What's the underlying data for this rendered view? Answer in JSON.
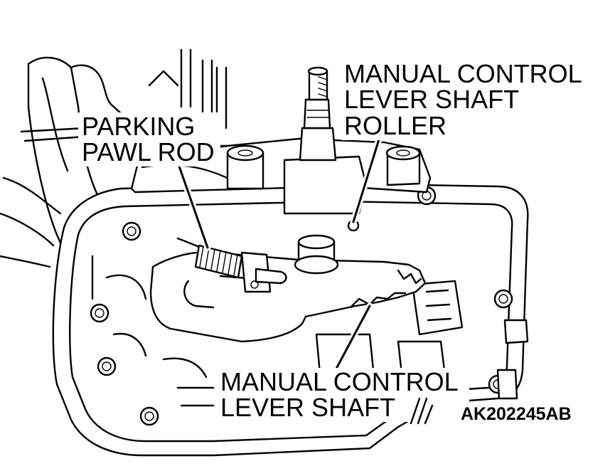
{
  "labels": {
    "manual_control_lever_shaft_roller": [
      "MANUAL CONTROL",
      "LEVER SHAFT",
      "ROLLER"
    ],
    "parking_pawl_rod": [
      "PARKING",
      "PAWL ROD"
    ],
    "manual_control_lever_shaft": [
      "MANUAL CONTROL",
      "LEVER SHAFT"
    ]
  },
  "figure_code": "AK202245AB"
}
